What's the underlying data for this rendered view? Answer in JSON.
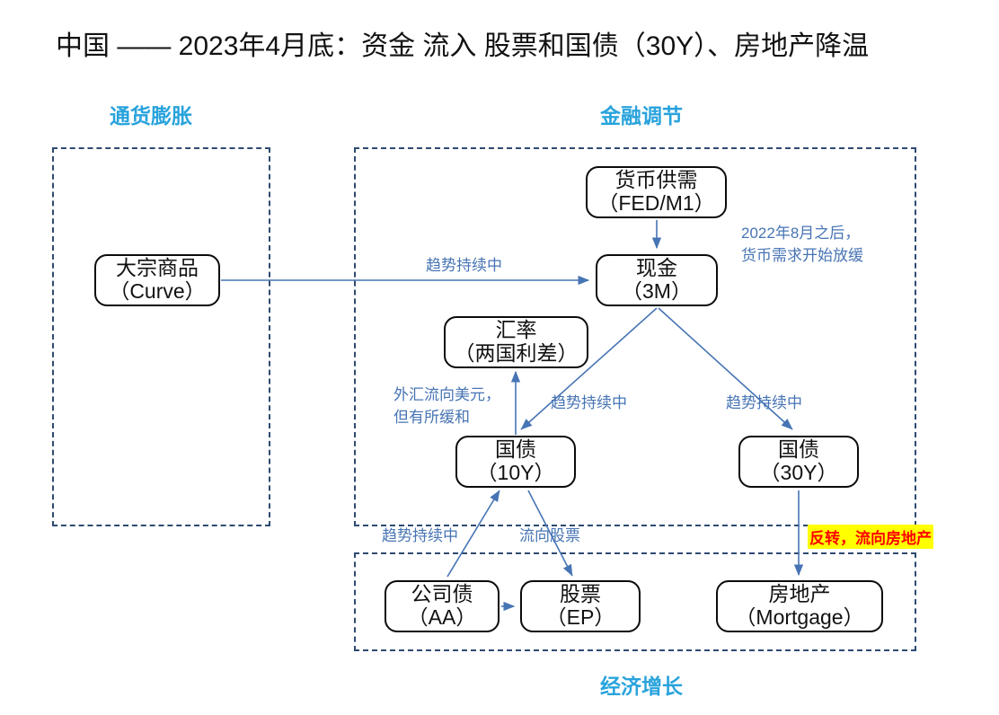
{
  "title": "中国 —— 2023年4月底：资金 流入 股票和国债（30Y）、房地产降温",
  "zones": {
    "inflation": "通货膨胀",
    "financial": "金融调节",
    "growth": "经济增长"
  },
  "nodes": {
    "commodity": {
      "line1": "大宗商品",
      "line2": "（Curve）"
    },
    "money": {
      "line1": "货币供需",
      "line2": "（FED/M1）"
    },
    "cash": {
      "line1": "现金",
      "line2": "（3M）"
    },
    "fx": {
      "line1": "汇率",
      "line2": "（两国利差）"
    },
    "bond10": {
      "line1": "国债",
      "line2": "（10Y）"
    },
    "bond30": {
      "line1": "国债",
      "line2": "（30Y）"
    },
    "corp": {
      "line1": "公司债",
      "line2": "（AA）"
    },
    "stock": {
      "line1": "股票",
      "line2": "（EP）"
    },
    "realestate": {
      "line1": "房地产",
      "line2": "（Mortgage）"
    }
  },
  "edge_labels": {
    "trend_main": "趋势持续中",
    "note_money_line1": "2022年8月之后，",
    "note_money_line2": "货币需求开始放缓",
    "fx_flow_line1": "外汇流向美元，",
    "fx_flow_line2": "但有所缓和",
    "trend_10y": "趋势持续中",
    "trend_30y": "趋势持续中",
    "trend_corp": "趋势持续中",
    "to_stock": "流向股票",
    "reversal": "反转，流向房地产"
  },
  "colors": {
    "zone_label": "#29A3DC",
    "zone_border": "#2E4A72",
    "arrow": "#4774B4",
    "node_border": "#0b0b0b",
    "highlight_bg": "#FFFF00",
    "highlight_text": "#FF0000"
  }
}
